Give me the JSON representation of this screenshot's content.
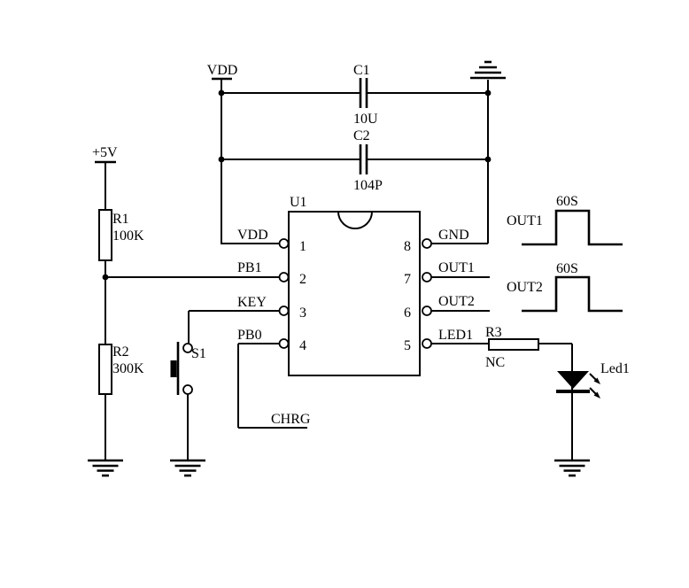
{
  "schematic": {
    "power": {
      "vdd_label": "VDD",
      "v5_label": "+5V"
    },
    "ic_u1": {
      "ref": "U1",
      "left_pins": [
        {
          "num": "1",
          "label": "VDD"
        },
        {
          "num": "2",
          "label": "PB1"
        },
        {
          "num": "3",
          "label": "KEY"
        },
        {
          "num": "4",
          "label": "PB0"
        }
      ],
      "right_pins": [
        {
          "num": "8",
          "label": "GND"
        },
        {
          "num": "7",
          "label": "OUT1"
        },
        {
          "num": "6",
          "label": "OUT2"
        },
        {
          "num": "5",
          "label": "LED1"
        }
      ]
    },
    "resistors": {
      "r1": {
        "ref": "R1",
        "value": "100K"
      },
      "r2": {
        "ref": "R2",
        "value": "300K"
      },
      "r3": {
        "ref": "R3",
        "value": "NC"
      }
    },
    "capacitors": {
      "c1": {
        "ref": "C1",
        "value": "10U"
      },
      "c2": {
        "ref": "C2",
        "value": "104P"
      }
    },
    "switch_s1": {
      "ref": "S1"
    },
    "led": {
      "ref": "Led1"
    },
    "net_chrg": "CHRG",
    "waveforms": {
      "out1": {
        "label": "OUT1",
        "duration": "60S"
      },
      "out2": {
        "label": "OUT2",
        "duration": "60S"
      }
    },
    "colors": {
      "ink": "#000000",
      "background": "#ffffff"
    }
  }
}
